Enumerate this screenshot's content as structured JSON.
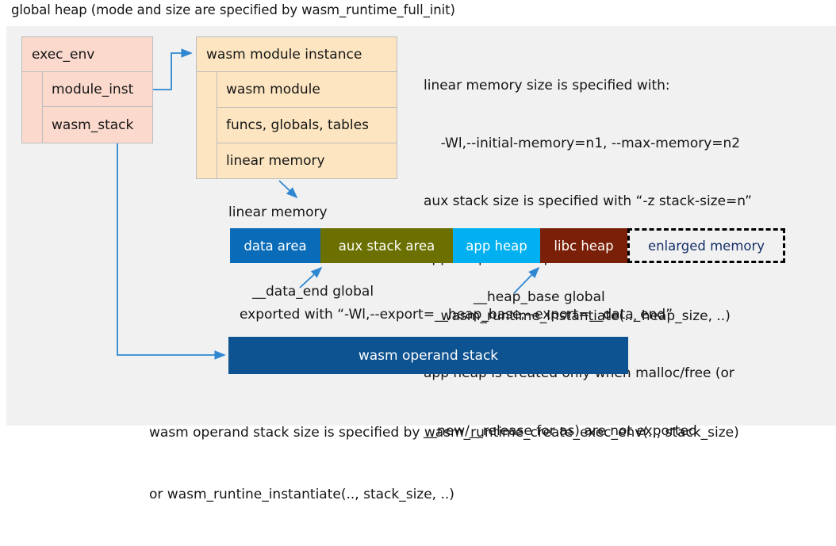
{
  "title": "global heap (mode and size are specified by wasm_runtime_full_init)",
  "colors": {
    "panel_bg": "#f1f1f1",
    "exec_env_fill": "#fbd9cc",
    "module_fill": "#fce5c0",
    "box_border": "#bdbdbd",
    "arrow": "#2f86d1",
    "data_area": "#0a6cb8",
    "aux_stack_area": "#6b7000",
    "app_heap": "#00b0f0",
    "libc_heap": "#7b2008",
    "enlarged_memory_text": "#16306b",
    "operand_stack": "#0d5291"
  },
  "exec_env": {
    "header": "exec_env",
    "fields": [
      "module_inst",
      "wasm_stack"
    ]
  },
  "module_instance": {
    "header": "wasm module instance",
    "fields": [
      "wasm module",
      "funcs, globals, tables",
      "linear memory"
    ]
  },
  "notes": [
    "linear memory size is specified with:",
    "    -Wl,--initial-memory=n1, --max-memory=n2",
    "aux stack size is specified with “-z stack-size=n”",
    "app heap size is specified with:",
    "    wasm_runtime_instantiate(.., heap_size, ..)",
    "app heap is created only when malloc/free (or",
    "__new/__release for as) are not exported"
  ],
  "linear_memory": {
    "label": "linear memory",
    "segments": [
      {
        "label": "data area",
        "color": "#0a6cb8",
        "width": 114,
        "text_color": "#ffffff",
        "dashed": false
      },
      {
        "label": "aux stack area",
        "color": "#6b7000",
        "width": 167,
        "text_color": "#ffffff",
        "dashed": false
      },
      {
        "label": "app heap",
        "color": "#00b0f0",
        "width": 110,
        "text_color": "#ffffff",
        "dashed": false
      },
      {
        "label": "libc heap",
        "color": "#7b2008",
        "width": 110,
        "text_color": "#ffffff",
        "dashed": false
      },
      {
        "label": "enlarged memory",
        "color": "#f1f1f1",
        "width": 199,
        "text_color": "#16306b",
        "dashed": true
      }
    ]
  },
  "annotations": {
    "data_end": "__data_end global",
    "heap_base": "__heap_base global",
    "exported_with": "exported with “-Wl,--export=__heap_base,--export=__data_end”"
  },
  "operand_stack": {
    "label": "wasm operand stack",
    "notes": [
      "wasm operand stack size is specified by wasm_runtime_create_exec_env(.., stack_size)",
      "or wasm_runtine_instantiate(.., stack_size, ..)"
    ]
  }
}
